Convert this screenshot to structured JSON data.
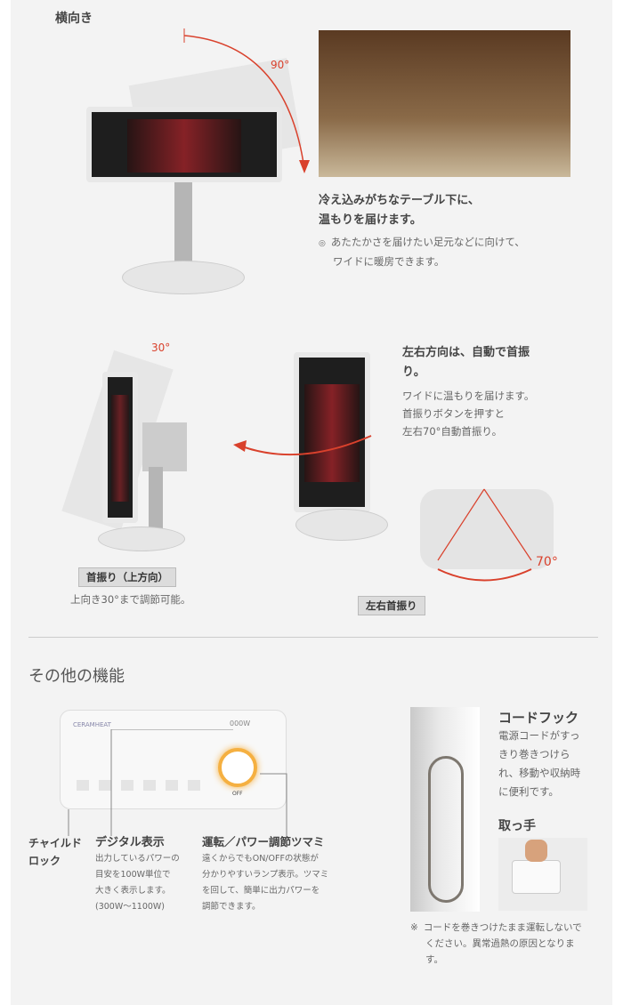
{
  "section1": {
    "title": "横向き",
    "angle": "90°",
    "headline1": "冷え込みがちなテーブル下に、",
    "headline2": "温もりを届けます。",
    "bullet": "◎",
    "desc1": "あたたかさを届けたい足元などに向けて、",
    "desc2": "ワイドに暖房できます。"
  },
  "section2": {
    "angle_up": "30°",
    "tag_up": "首振り（上方向）",
    "desc_up": "上向き30°まで調節可能。",
    "headline1": "左右方向は、自動で首振",
    "headline2": "り。",
    "desc1": "ワイドに温もりを届けます。",
    "desc2": "首振りボタンを押すと",
    "desc3": "左右70°自動首振り。",
    "angle_side": "70°",
    "tag_side": "左右首振り"
  },
  "section3": {
    "title": "その他の機能",
    "panel": {
      "brand": "CERAMHEAT",
      "display": "000W",
      "off": "OFF"
    },
    "features": [
      {
        "title1": "チャイルド",
        "title2": "ロック"
      },
      {
        "title": "デジタル表示",
        "lines": [
          "出力しているパワーの",
          "目安を100W単位で",
          "大きく表示します。",
          "(300W〜1100W)"
        ]
      },
      {
        "title": "運転／パワー調節ツマミ",
        "lines": [
          "遠くからでもON/OFFの状態が",
          "分かりやすいランプ表示。ツマミ",
          "を回して、簡単に出力パワーを",
          "調節できます。"
        ]
      }
    ],
    "cord": {
      "title": "コードフック",
      "lines": [
        "電源コードがすっ",
        "きり巻きつけら",
        "れ、移動や収納時",
        "に便利です。"
      ]
    },
    "handle": {
      "title": "取っ手"
    },
    "note": {
      "mark": "※",
      "lines": [
        "コードを巻きつけたまま運転しないで",
        "ください。異常過熱の原因となりま",
        "す。"
      ]
    }
  },
  "colors": {
    "accent": "#d9412c",
    "background": "#f3f3f3"
  }
}
